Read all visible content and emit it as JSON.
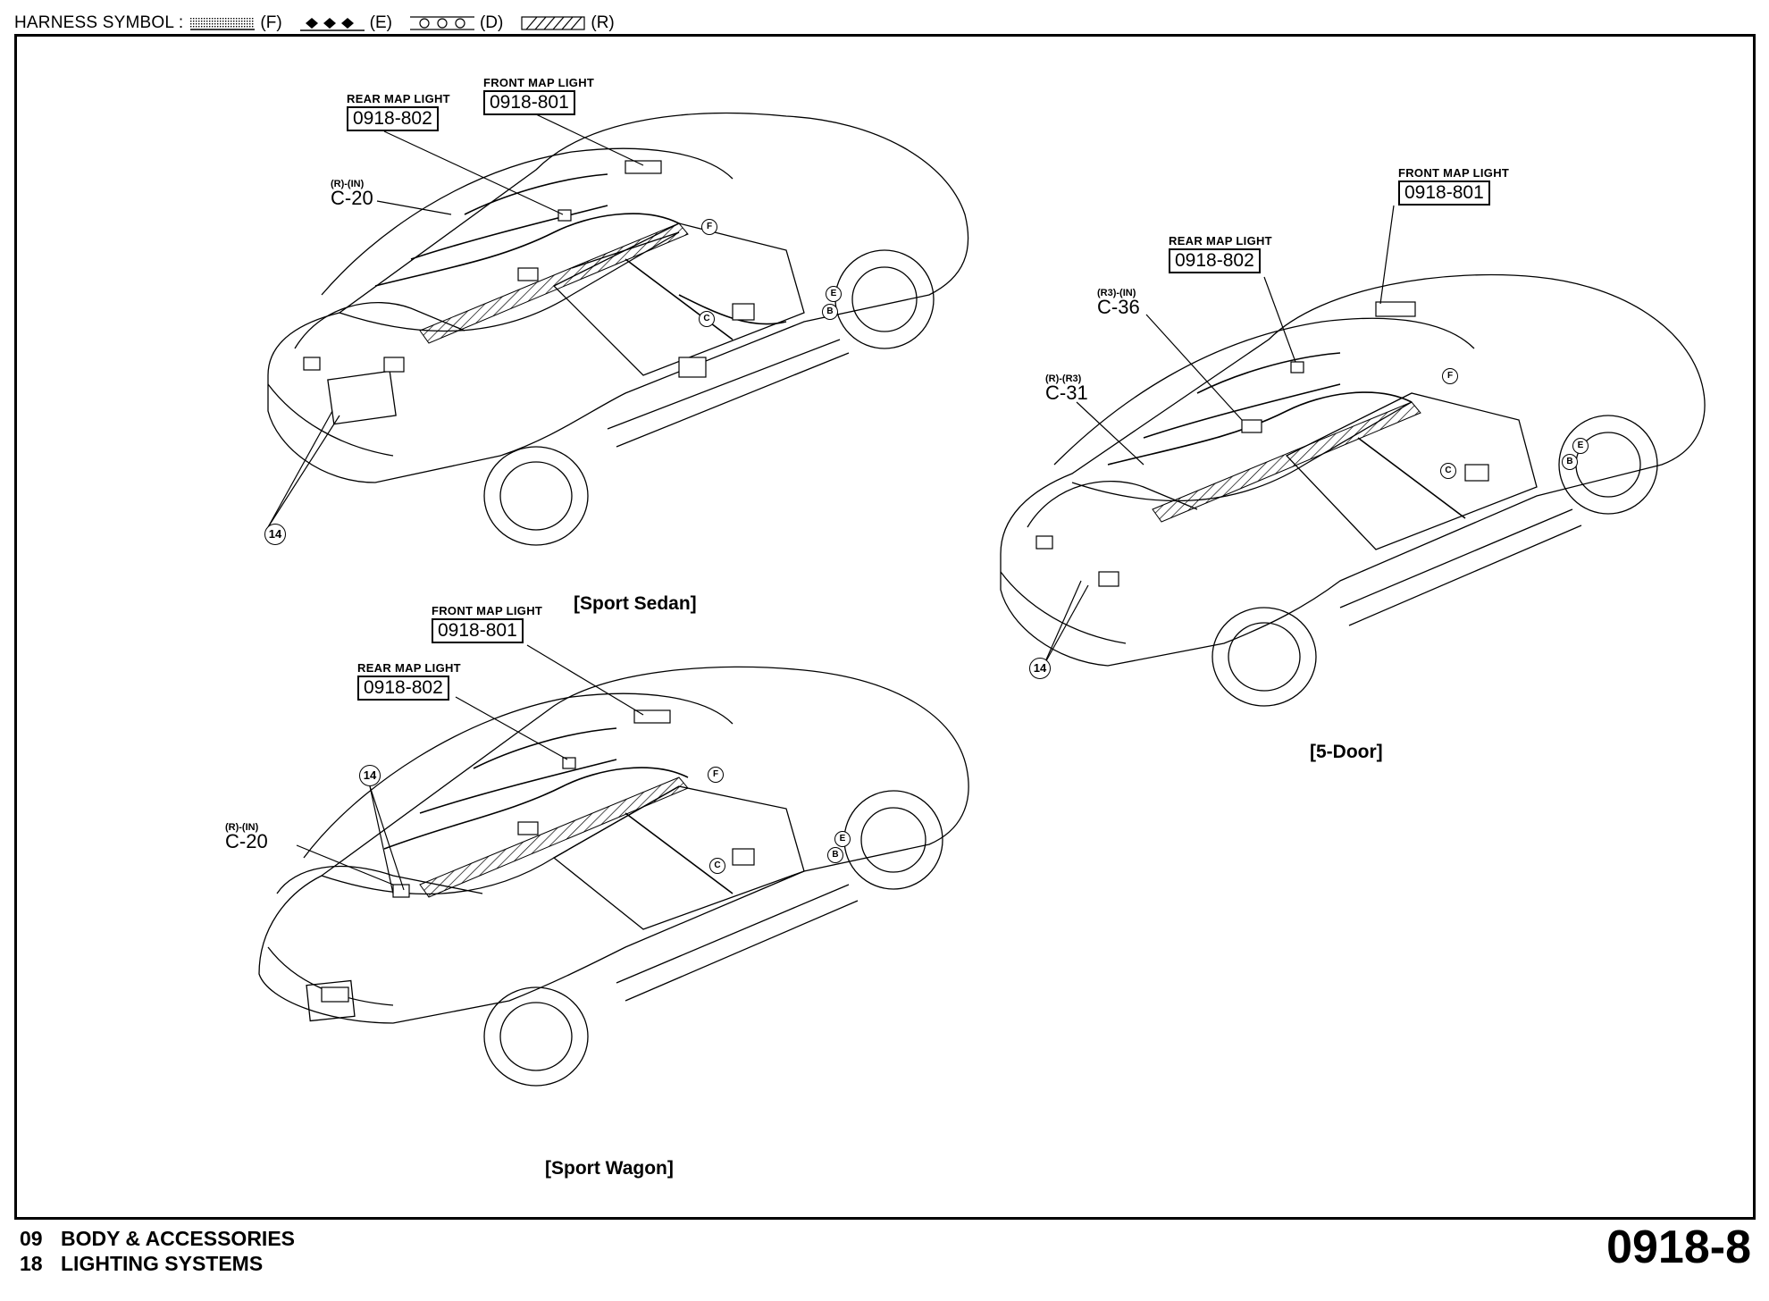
{
  "legend": {
    "label": "HARNESS SYMBOL :",
    "items": [
      {
        "code": "(F)",
        "pattern": "dotted"
      },
      {
        "code": "(E)",
        "pattern": "diamonds"
      },
      {
        "code": "(D)",
        "pattern": "circles"
      },
      {
        "code": "(R)",
        "pattern": "hatched"
      }
    ]
  },
  "views": {
    "sport_sedan": {
      "title": "[Sport Sedan]",
      "front_map_light": {
        "caption": "FRONT MAP LIGHT",
        "code": "0918-801"
      },
      "rear_map_light": {
        "caption": "REAR MAP LIGHT",
        "code": "0918-802"
      },
      "connector": {
        "sub": "(R)-(IN)",
        "code": "C-20"
      },
      "ref_number": "14"
    },
    "five_door": {
      "title": "[5-Door]",
      "front_map_light": {
        "caption": "FRONT MAP LIGHT",
        "code": "0918-801"
      },
      "rear_map_light": {
        "caption": "REAR MAP LIGHT",
        "code": "0918-802"
      },
      "connector_top": {
        "sub": "(R3)-(IN)",
        "code": "C-36"
      },
      "connector_bottom": {
        "sub": "(R)-(R3)",
        "code": "C-31"
      },
      "ref_number": "14"
    },
    "sport_wagon": {
      "title": "[Sport Wagon]",
      "front_map_light": {
        "caption": "FRONT MAP LIGHT",
        "code": "0918-801"
      },
      "rear_map_light": {
        "caption": "REAR MAP LIGHT",
        "code": "0918-802"
      },
      "connector": {
        "sub": "(R)-(IN)",
        "code": "C-20"
      },
      "ref_number": "14"
    }
  },
  "markers": {
    "f": "F",
    "e": "E",
    "b": "B",
    "c": "C"
  },
  "footer": {
    "line1_num": "09",
    "line1_text": "BODY & ACCESSORIES",
    "line2_num": "18",
    "line2_text": "LIGHTING SYSTEMS",
    "page": "0918-8"
  }
}
